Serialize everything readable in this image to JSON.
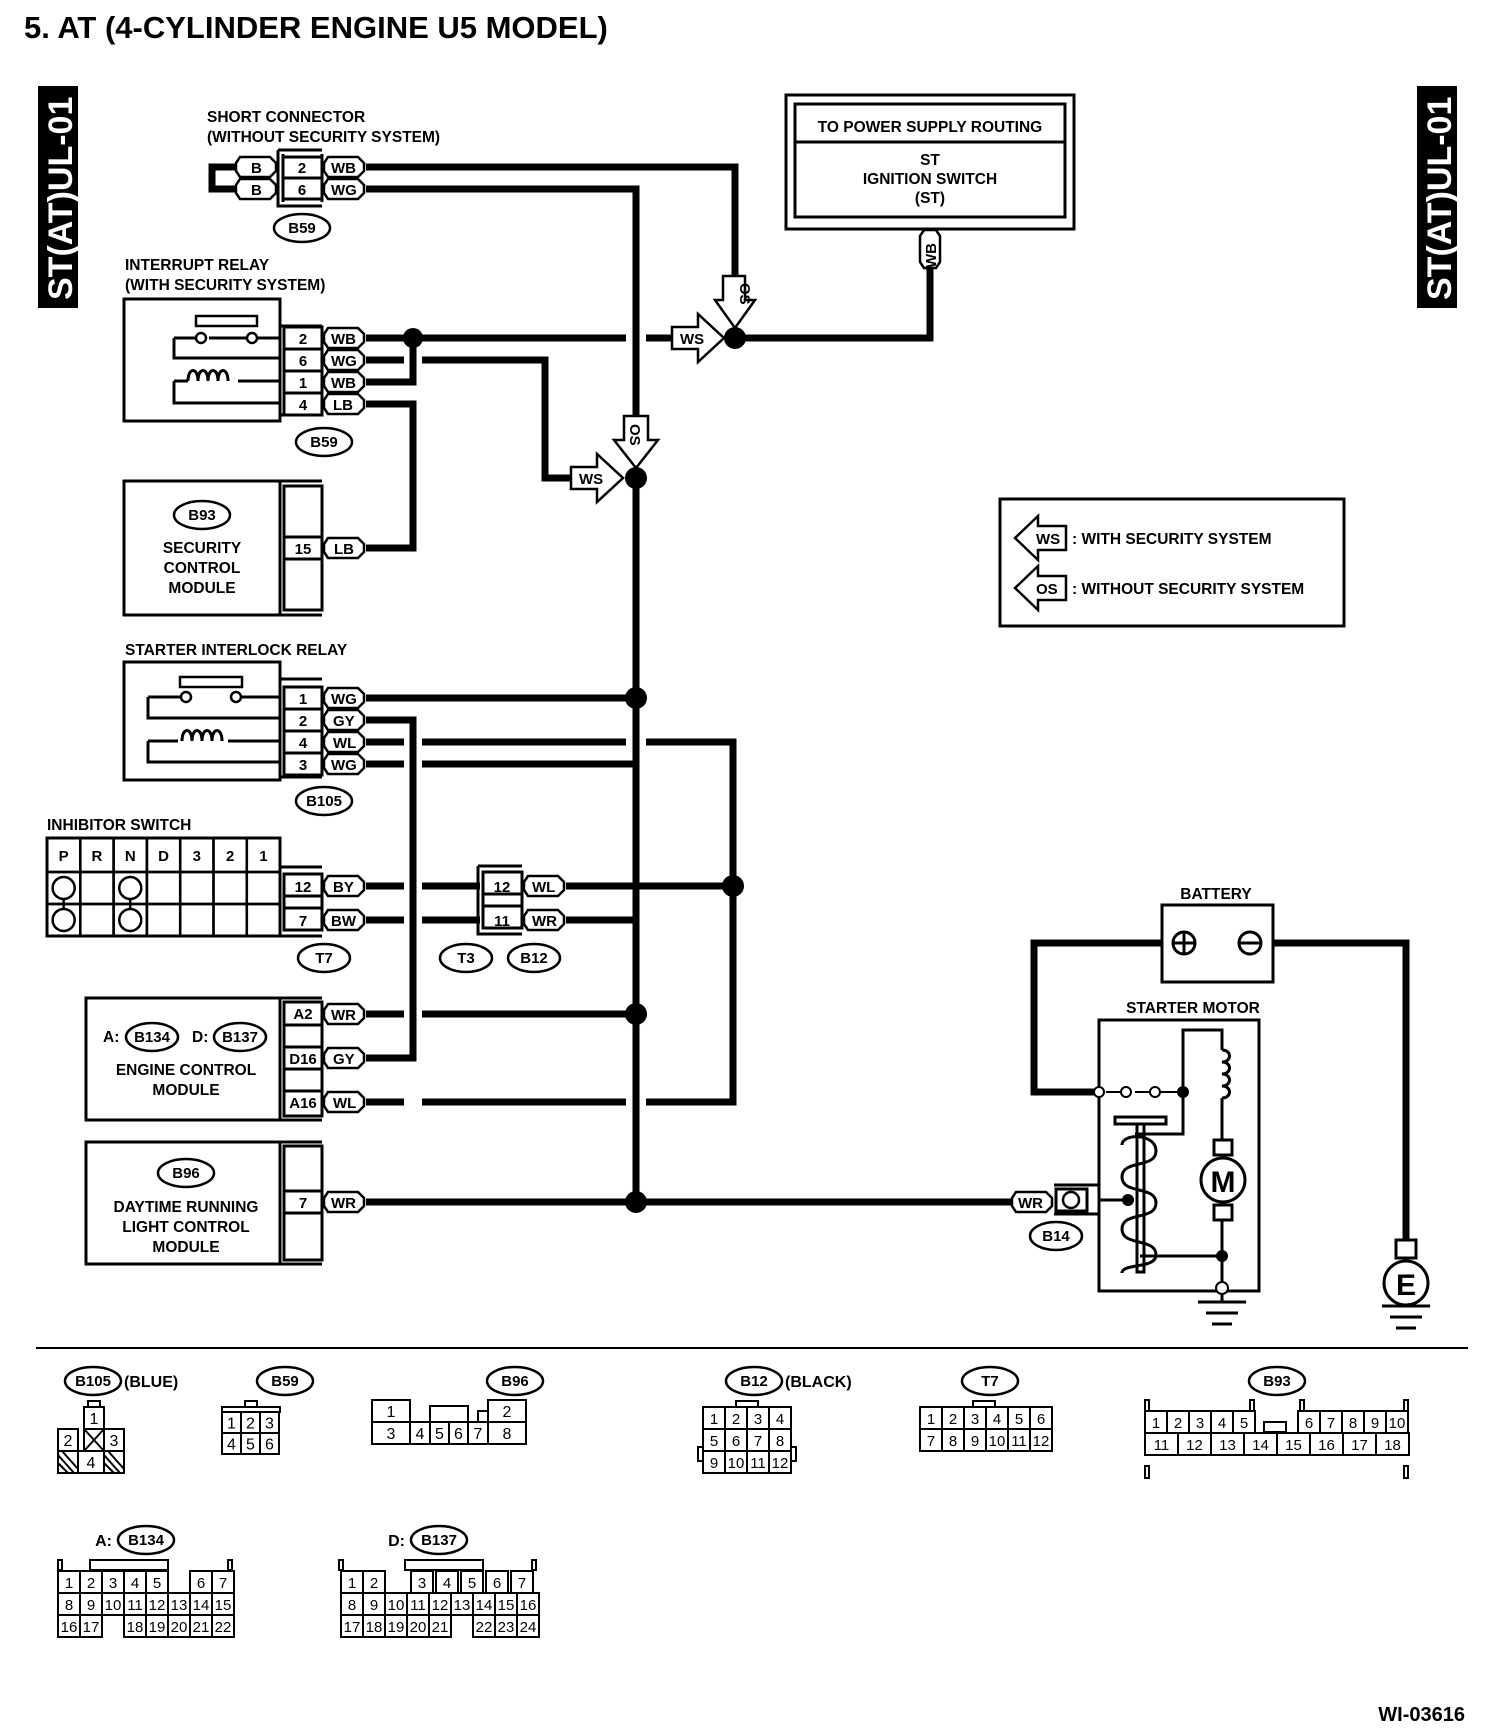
{
  "title": "5.  AT (4-CYLINDER ENGINE U5 MODEL)",
  "side_tab": "ST(AT)UL-01",
  "figure_id": "WI-03616",
  "power_supply": {
    "header": "TO POWER SUPPLY ROUTING",
    "line1": "ST",
    "line2": "IGNITION SWITCH",
    "line3": "(ST)",
    "wire": "WB"
  },
  "short_connector": {
    "label1": "SHORT CONNECTOR",
    "label2": "(WITHOUT SECURITY SYSTEM)",
    "left_wires": [
      "B",
      "B"
    ],
    "pins": [
      "2",
      "6"
    ],
    "wires": [
      "WB",
      "WG"
    ],
    "connector": "B59"
  },
  "interrupt_relay": {
    "label1": "INTERRUPT RELAY",
    "label2": "(WITH SECURITY SYSTEM)",
    "pins": [
      "2",
      "6",
      "1",
      "4"
    ],
    "wires": [
      "WB",
      "WG",
      "WB",
      "LB"
    ],
    "connector": "B59"
  },
  "security_module": {
    "connector": "B93",
    "line1": "SECURITY",
    "line2": "CONTROL",
    "line3": "MODULE",
    "pin": "15",
    "wire": "LB"
  },
  "starter_interlock_relay": {
    "label": "STARTER INTERLOCK RELAY",
    "pins": [
      "1",
      "2",
      "4",
      "3"
    ],
    "wires": [
      "WG",
      "GY",
      "WL",
      "WG"
    ],
    "connector": "B105"
  },
  "inhibitor_switch": {
    "label": "INHIBITOR SWITCH",
    "positions": [
      "P",
      "R",
      "N",
      "D",
      "3",
      "2",
      "1"
    ],
    "pins": [
      "12",
      "7"
    ],
    "wires": [
      "BY",
      "BW"
    ],
    "connector": "T7"
  },
  "joint_connector": {
    "pins": [
      "12",
      "11"
    ],
    "wires": [
      "WL",
      "WR"
    ],
    "connectors": [
      "T3",
      "B12"
    ]
  },
  "ecm": {
    "prefix_a": "A:",
    "connector_a": "B134",
    "prefix_d": "D:",
    "connector_d": "B137",
    "line1": "ENGINE CONTROL",
    "line2": "MODULE",
    "pins": [
      "A2",
      "D16",
      "A16"
    ],
    "wires": [
      "WR",
      "GY",
      "WL"
    ]
  },
  "drl_module": {
    "connector": "B96",
    "line1": "DAYTIME RUNNING",
    "line2": "LIGHT CONTROL",
    "line3": "MODULE",
    "pin": "7",
    "wire": "WR"
  },
  "legend": {
    "ws_tag": "WS",
    "ws_text": ": WITH SECURITY SYSTEM",
    "os_tag": "OS",
    "os_text": ": WITHOUT SECURITY SYSTEM"
  },
  "markers": {
    "ws": "WS",
    "os": "OS"
  },
  "battery": {
    "label": "BATTERY"
  },
  "starter_motor": {
    "label": "STARTER MOTOR",
    "wire": "WR",
    "connector": "B14",
    "motor_symbol": "M",
    "ground_symbol": "E"
  },
  "connector_views": {
    "b105": {
      "name": "B105",
      "note": "(BLUE)",
      "pins": [
        "1",
        "2",
        "3",
        "4"
      ]
    },
    "b59": {
      "name": "B59",
      "pins": [
        "1",
        "2",
        "3",
        "4",
        "5",
        "6"
      ]
    },
    "b96": {
      "name": "B96",
      "pins": [
        "1",
        "2",
        "3",
        "4",
        "5",
        "6",
        "7",
        "8"
      ]
    },
    "b12": {
      "name": "B12",
      "note": "(BLACK)",
      "pins": [
        "1",
        "2",
        "3",
        "4",
        "5",
        "6",
        "7",
        "8",
        "9",
        "10",
        "11",
        "12"
      ]
    },
    "t7": {
      "name": "T7",
      "pins": [
        "1",
        "2",
        "3",
        "4",
        "5",
        "6",
        "7",
        "8",
        "9",
        "10",
        "11",
        "12"
      ]
    },
    "b93": {
      "name": "B93",
      "pins": [
        "1",
        "2",
        "3",
        "4",
        "5",
        "6",
        "7",
        "8",
        "9",
        "10",
        "11",
        "12",
        "13",
        "14",
        "15",
        "16",
        "17",
        "18"
      ]
    },
    "b134": {
      "prefix": "A:",
      "name": "B134",
      "pins": [
        "1",
        "2",
        "3",
        "4",
        "5",
        "6",
        "7",
        "8",
        "9",
        "10",
        "11",
        "12",
        "13",
        "14",
        "15",
        "16",
        "17",
        "18",
        "19",
        "20",
        "21",
        "22"
      ]
    },
    "b137": {
      "prefix": "D:",
      "name": "B137",
      "pins": [
        "1",
        "2",
        "3",
        "4",
        "5",
        "6",
        "7",
        "8",
        "9",
        "10",
        "11",
        "12",
        "13",
        "14",
        "15",
        "16",
        "17",
        "18",
        "19",
        "20",
        "21",
        "22",
        "23",
        "24"
      ]
    }
  }
}
